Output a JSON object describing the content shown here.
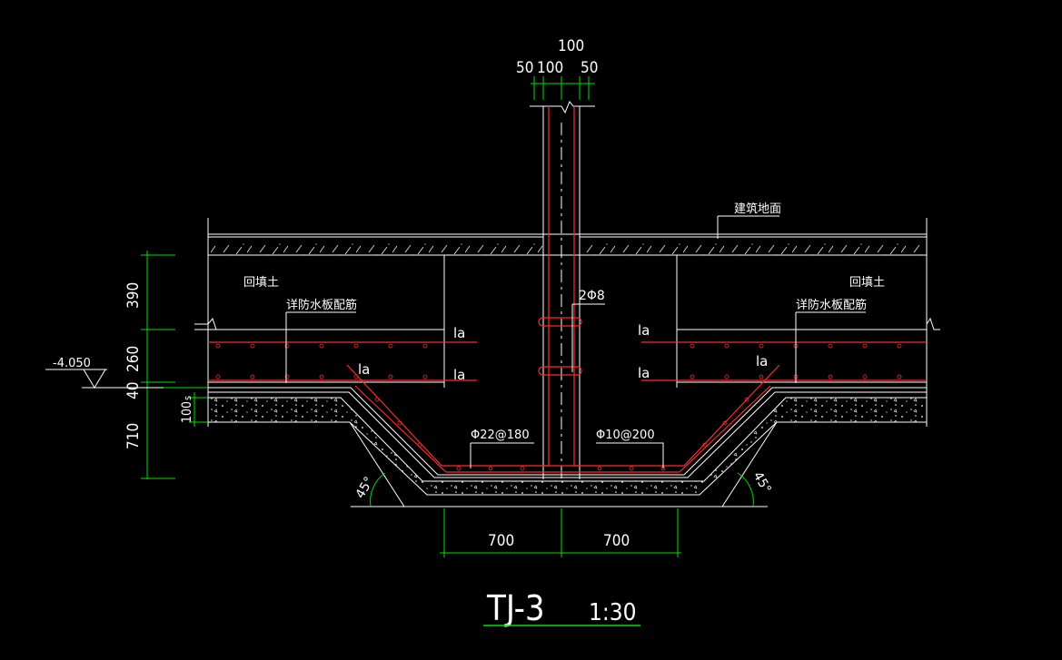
{
  "colors": {
    "background": "#000000",
    "lines": "#ffffff",
    "rebar": "#ff2a2a",
    "dimensions": "#00e000"
  },
  "title": {
    "name": "TJ-3",
    "scale": "1:30"
  },
  "top_dims": {
    "overall": "100",
    "left": "50",
    "mid": "100",
    "right": "50"
  },
  "labels": {
    "floor": "建筑地面",
    "backfill_left": "回填土",
    "backfill_right": "回填土",
    "slab_rebar_left": "详防水板配筋",
    "slab_rebar_right": "详防水板配筋",
    "stirrup": "2Φ8",
    "bottom_rebar": "Φ22@180",
    "dist_rebar": "Φ10@200",
    "anchor": "la",
    "elevation": "-4.050",
    "angle": "45°",
    "cover": "100",
    "cover_s": "s"
  },
  "left_dims": [
    "390",
    "260",
    "40",
    "710"
  ],
  "bottom_dims": [
    "700",
    "700"
  ]
}
